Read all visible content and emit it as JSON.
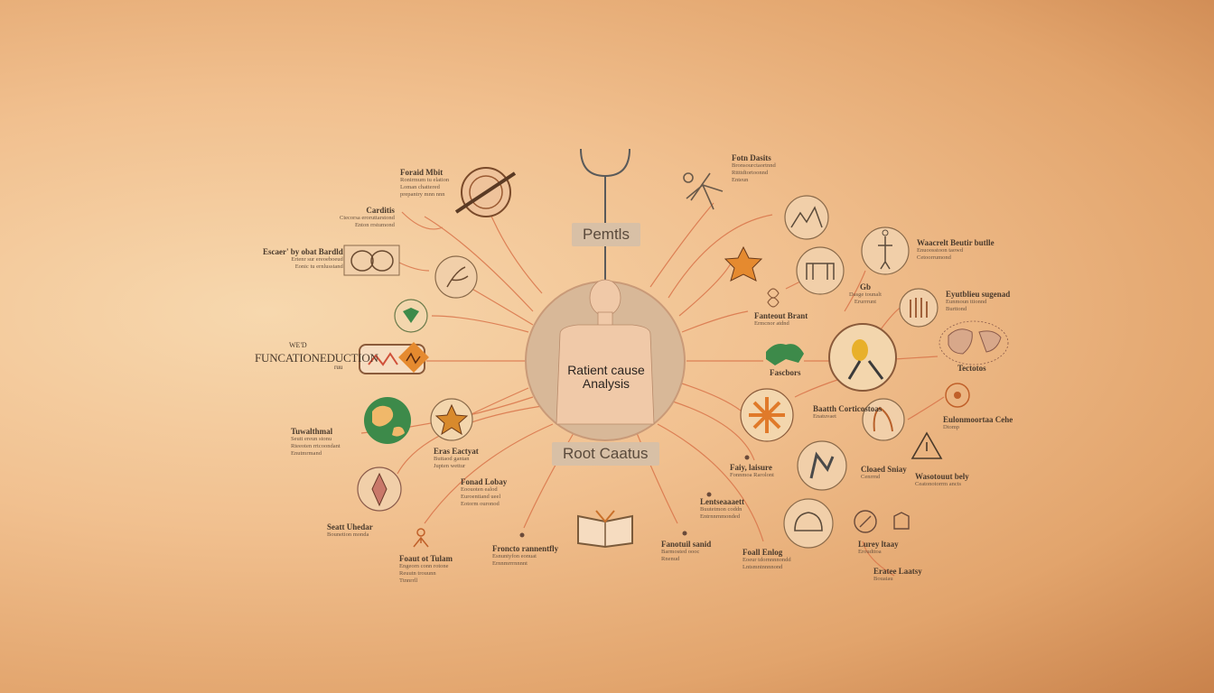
{
  "center": {
    "label": "Ratient cause Analysis"
  },
  "top_box": {
    "label": "Pemtls"
  },
  "bottom_box": {
    "label": "Root Caatus"
  },
  "left_heading": {
    "small": "WE'D",
    "main": "FUNCATIONEDUCTION",
    "sub": "ruu"
  },
  "annotations": [
    {
      "title": "Foraid Mbit",
      "sub": "Ronirmum tu elation / Loman chattered / prepantry mnn nnn"
    },
    {
      "title": "Carditis",
      "sub": "Ctecorsa eroruttarstond / Enton rrstumond"
    },
    {
      "title": "Escaer' by obat Bardld",
      "sub": "Ertenr sur ereoeboeud / Eonic tu ernlusstand"
    },
    {
      "title": "Tuwalthmal",
      "sub": "Seutt ereun stonu / Rteeoten rrtcoondant / Enutmrmand"
    },
    {
      "title": "Seatt Uhedar",
      "sub": "Bounetion monda"
    },
    {
      "title": "Foaut ot Tulam",
      "sub": "Engeorn conn rotone / Reuutn trouunn / Ttnnrrll"
    },
    {
      "title": "Fonad Lobay",
      "sub": "Eoouoten ealod / Euroentiand ueel / Eotorm ouronod"
    },
    {
      "title": "Eras Eactyat",
      "sub": "Buttaod gantan / Jupten wettur"
    },
    {
      "title": "Froncto rannentfly",
      "sub": "Esnuntyfon eonuat / Ernnmrrrnnnnt"
    },
    {
      "title": "Fanotuil sanid",
      "sub": "Barmosted oooc / Rnenud"
    },
    {
      "title": "Lentseaaaett",
      "sub": "Buutetmon coddn / Entrnnrnmonded"
    },
    {
      "title": "Foall Enlog",
      "sub": "Eoeur tdornnnnondd / Lntsmntnnnnond"
    },
    {
      "title": "Faiy, laisure",
      "sub": "Fonnmoa Rarolont"
    },
    {
      "title": "Fotn Dasits",
      "sub": "Bronsourctaortnnd / Rttttdtortoonnd / Enteun"
    },
    {
      "title": "Fanteout Brant",
      "sub": "Ermcnor atdnd"
    },
    {
      "title": "Gb",
      "sub": "Dasge tounalt / Erurrrunt"
    },
    {
      "title": "Waacrelt Beutir butlle",
      "sub": "Enuoosstoon taowd / Cetoorrumond"
    },
    {
      "title": "Eyutblieu sugenad",
      "sub": "Eunmoun ttionnd / Burttond"
    },
    {
      "title": "Fascbors",
      "sub": ""
    },
    {
      "title": "Tectotos",
      "sub": ""
    },
    {
      "title": "Baatth Corticostoas",
      "sub": "Enatuvaet"
    },
    {
      "title": "Eulonmoortaa Cehe",
      "sub": "Dtomp"
    },
    {
      "title": "Cloaed Sniay",
      "sub": "Cenrrnd"
    },
    {
      "title": "Wasotouut bely",
      "sub": "Ceatonotorrm ancts"
    },
    {
      "title": "Lurey ltaay",
      "sub": "Eroudttoa"
    },
    {
      "title": "Eratee Laatsy",
      "sub": "Bouaiau"
    }
  ],
  "icons": [
    "sliced-fruit-icon",
    "plant-stem-icon",
    "lungs-icon",
    "molecule-icon",
    "heart-rate-monitor-icon",
    "globe-icon",
    "starfish-icon",
    "anatomy-heart-icon",
    "pulse-figure-icon",
    "open-book-icon",
    "running-figure-icon",
    "mountain-chart-icon",
    "star-badge-icon",
    "barrier-icon",
    "person-outline-icon",
    "hands-icon",
    "world-map-icon",
    "lightbulb-tools-icon",
    "world-globe-icon",
    "star-cross-icon",
    "claw-icon",
    "muscle-icon",
    "leaf-icon",
    "warning-icon",
    "lab-jar-icon",
    "stethoscope-icon"
  ],
  "colors": {
    "connector": "#d9744a",
    "ink": "#4a3a2c",
    "center_circle": "#d8b898",
    "accent_orange": "#e58a2f",
    "accent_green": "#3d8a4a"
  }
}
